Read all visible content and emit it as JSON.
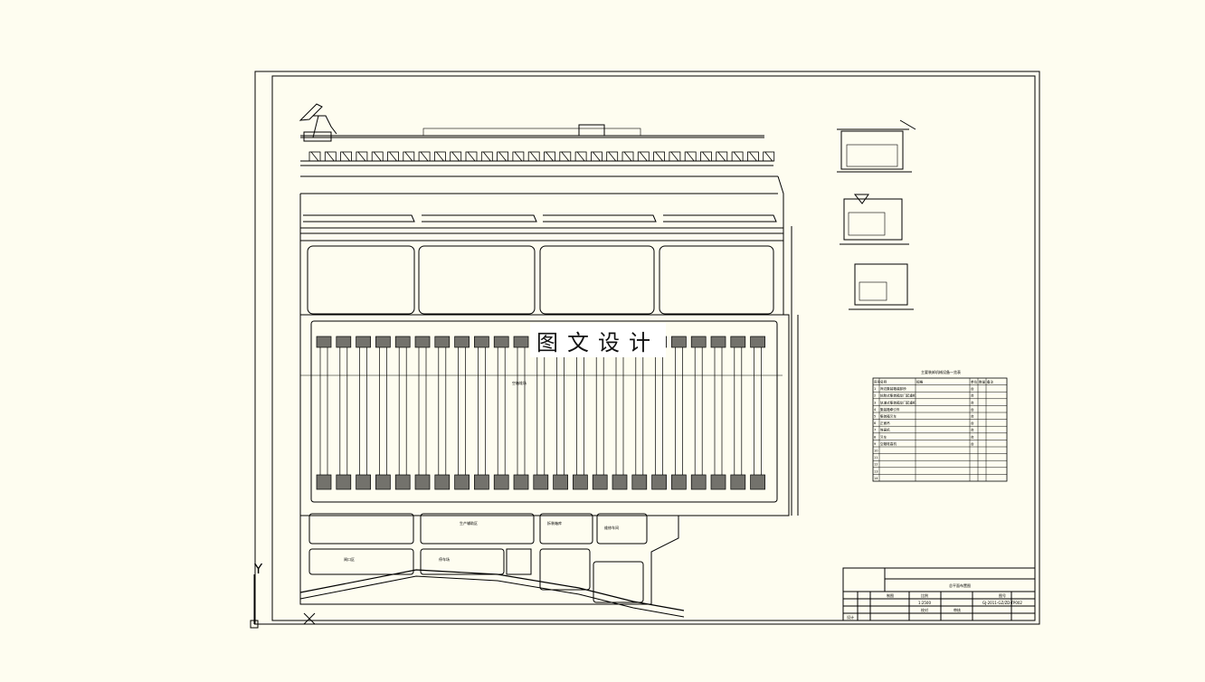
{
  "watermark": "图文设计",
  "ucs": {
    "y_label": "Y"
  },
  "equipment_table": {
    "title": "主要装卸机械设备一览表",
    "columns": [
      "序号",
      "名称",
      "规格",
      "单位",
      "数量",
      "备注"
    ],
    "rows": [
      [
        "1",
        "岸边集装箱装卸桥",
        "",
        "台",
        "",
        ""
      ],
      [
        "2",
        "轮胎式集装箱龙门起重机",
        "",
        "台",
        "",
        ""
      ],
      [
        "3",
        "轨道式集装箱龙门起重机",
        "",
        "台",
        "",
        ""
      ],
      [
        "4",
        "集装箱牵引车",
        "",
        "台",
        "",
        ""
      ],
      [
        "5",
        "集装箱叉车",
        "",
        "台",
        "",
        ""
      ],
      [
        "6",
        "正面吊",
        "",
        "台",
        "",
        ""
      ],
      [
        "7",
        "堆高机",
        "",
        "台",
        "",
        ""
      ],
      [
        "8",
        "叉车",
        "",
        "台",
        "",
        ""
      ],
      [
        "9",
        "空箱堆高机",
        "",
        "台",
        "",
        ""
      ],
      [
        "10",
        "",
        "",
        "",
        "",
        ""
      ],
      [
        "11",
        "",
        "",
        "",
        "",
        ""
      ],
      [
        "12",
        "",
        "",
        "",
        "",
        ""
      ],
      [
        "13",
        "",
        "",
        "",
        "",
        ""
      ],
      [
        "14",
        "",
        "",
        "",
        "",
        ""
      ]
    ]
  },
  "plan_labels": {
    "office_area": "生产辅助区",
    "gate_area": "闸口区",
    "parking": "停车场",
    "warehouse": "拆装箱库",
    "repair": "维修车间",
    "empty_yard": "空箱堆场"
  },
  "title_block": {
    "drawing_title": "总平面布置图",
    "scale": "1:2500",
    "drawing_no": "GJ-2011-GZ/ZD-TP002",
    "labels": [
      "设计",
      "制图",
      "校对",
      "审核",
      "比例",
      "图号"
    ]
  }
}
